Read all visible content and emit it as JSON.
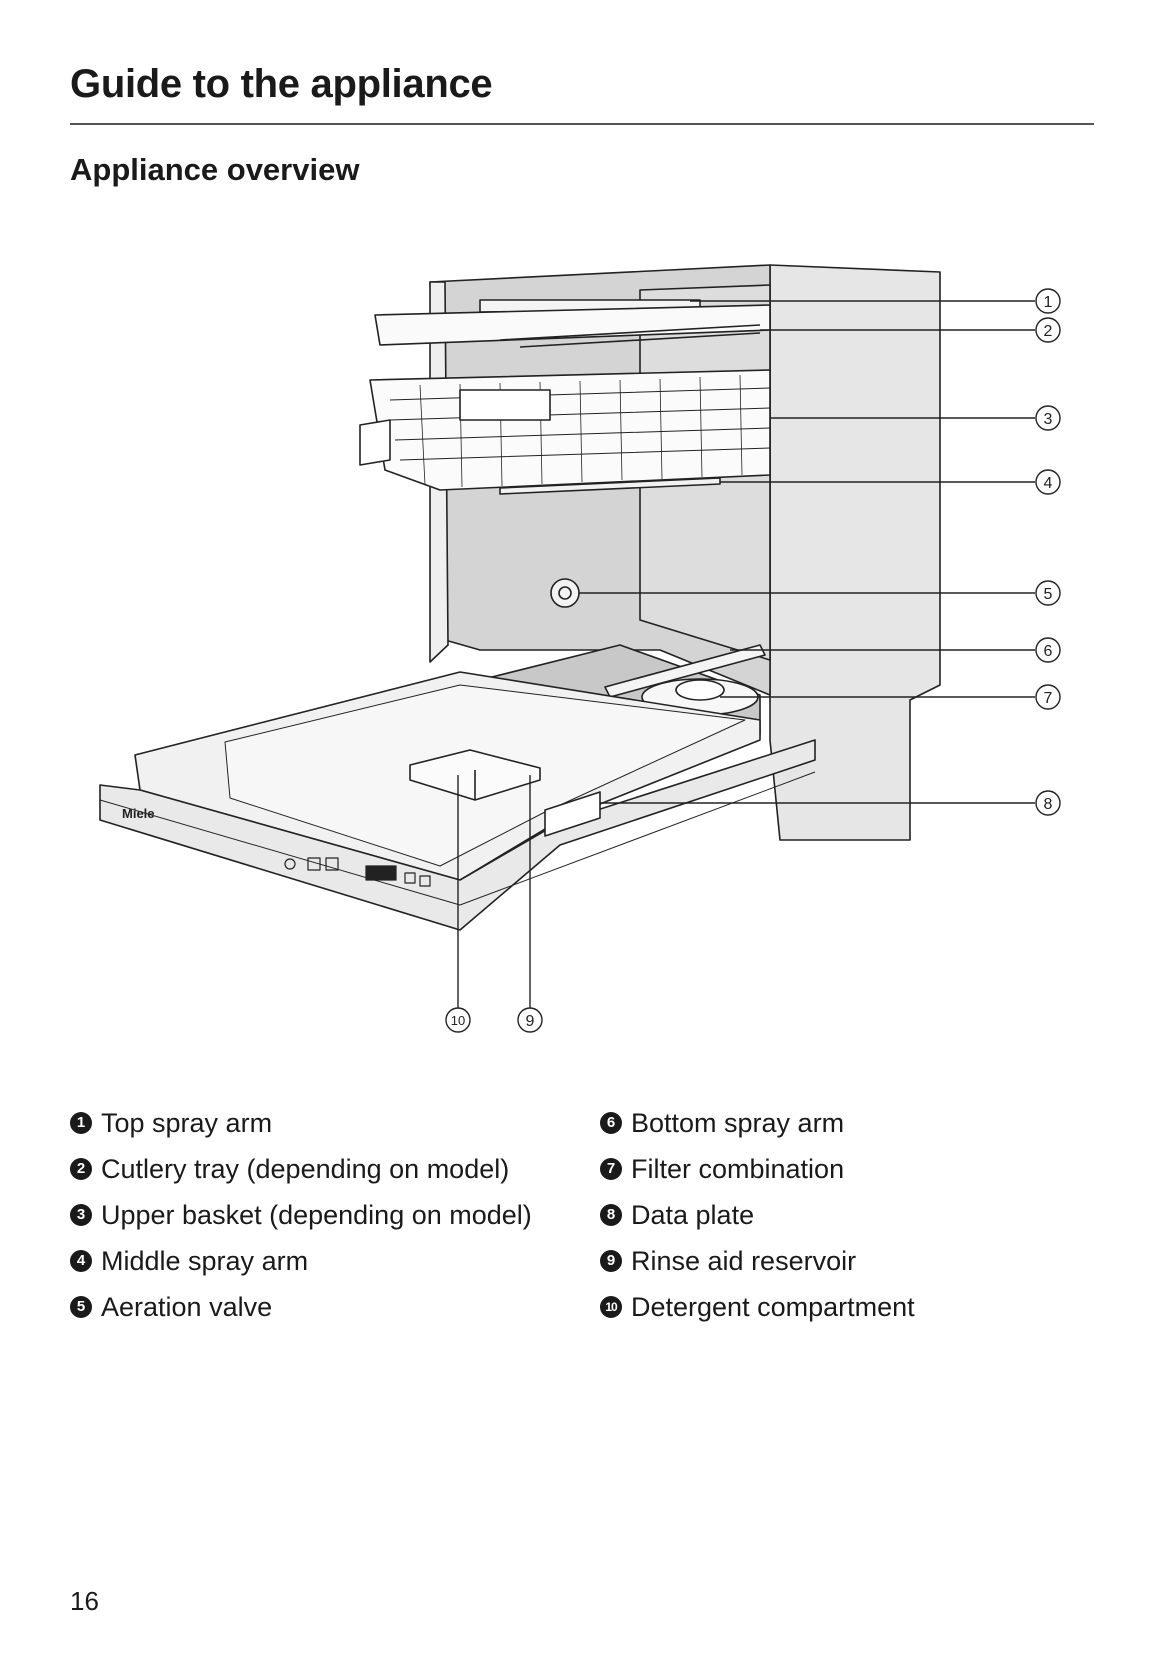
{
  "page": {
    "title": "Guide to the appliance",
    "subtitle": "Appliance overview",
    "page_number": "16"
  },
  "figure": {
    "brand_label": "Miele",
    "callouts": [
      {
        "num": "1"
      },
      {
        "num": "2"
      },
      {
        "num": "3"
      },
      {
        "num": "4"
      },
      {
        "num": "5"
      },
      {
        "num": "6"
      },
      {
        "num": "7"
      },
      {
        "num": "8"
      },
      {
        "num": "9"
      },
      {
        "num": "10"
      }
    ]
  },
  "legend": {
    "left": [
      {
        "num": "1",
        "label": "Top spray arm"
      },
      {
        "num": "2",
        "label": "Cutlery tray (depending on model)"
      },
      {
        "num": "3",
        "label": "Upper basket (depending on model)"
      },
      {
        "num": "4",
        "label": "Middle spray arm"
      },
      {
        "num": "5",
        "label": "Aeration valve"
      }
    ],
    "right": [
      {
        "num": "6",
        "label": "Bottom spray arm"
      },
      {
        "num": "7",
        "label": "Filter combination"
      },
      {
        "num": "8",
        "label": "Data plate"
      },
      {
        "num": "9",
        "label": "Rinse aid reservoir"
      },
      {
        "num": "10",
        "label": "Detergent compartment"
      }
    ]
  }
}
